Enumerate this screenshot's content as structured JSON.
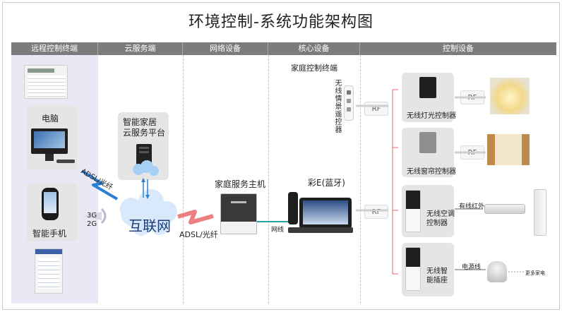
{
  "title": "环境控制-系统功能架构图",
  "columns": [
    "远程控制终端",
    "云服务端",
    "网络设备",
    "核心设备",
    "控制设备"
  ],
  "remote": {
    "pc_label": "电脑",
    "phone_label": "智能手机"
  },
  "links": {
    "adsl_fiber_left": "ADSL/光纤",
    "net_3g": "3G",
    "net_2g": "2G",
    "adsl_fiber_right": "ADSL/光纤",
    "ethernet": "网线",
    "rf": "RF",
    "ir": "有线红外",
    "power": "电源线",
    "more": "更多家电"
  },
  "cloud": {
    "platform_label": "智能家居\n云服务平台",
    "internet_label": "互联网"
  },
  "network": {
    "host_label": "家庭服务主机"
  },
  "core": {
    "terminal_caption": "家庭控制终端",
    "phone_label": "彩E(蓝牙)",
    "remote_label": "无线情景遥控器"
  },
  "devices": [
    {
      "label": "无线灯光控制器"
    },
    {
      "label": "无线窗帘控制器"
    },
    {
      "label": "无线空调\n控制器"
    },
    {
      "label": "无线智\n能插座"
    }
  ],
  "colors": {
    "header": "#7c7c7c",
    "signal": "#2d7fd6",
    "fiber": "#e96a6a"
  }
}
